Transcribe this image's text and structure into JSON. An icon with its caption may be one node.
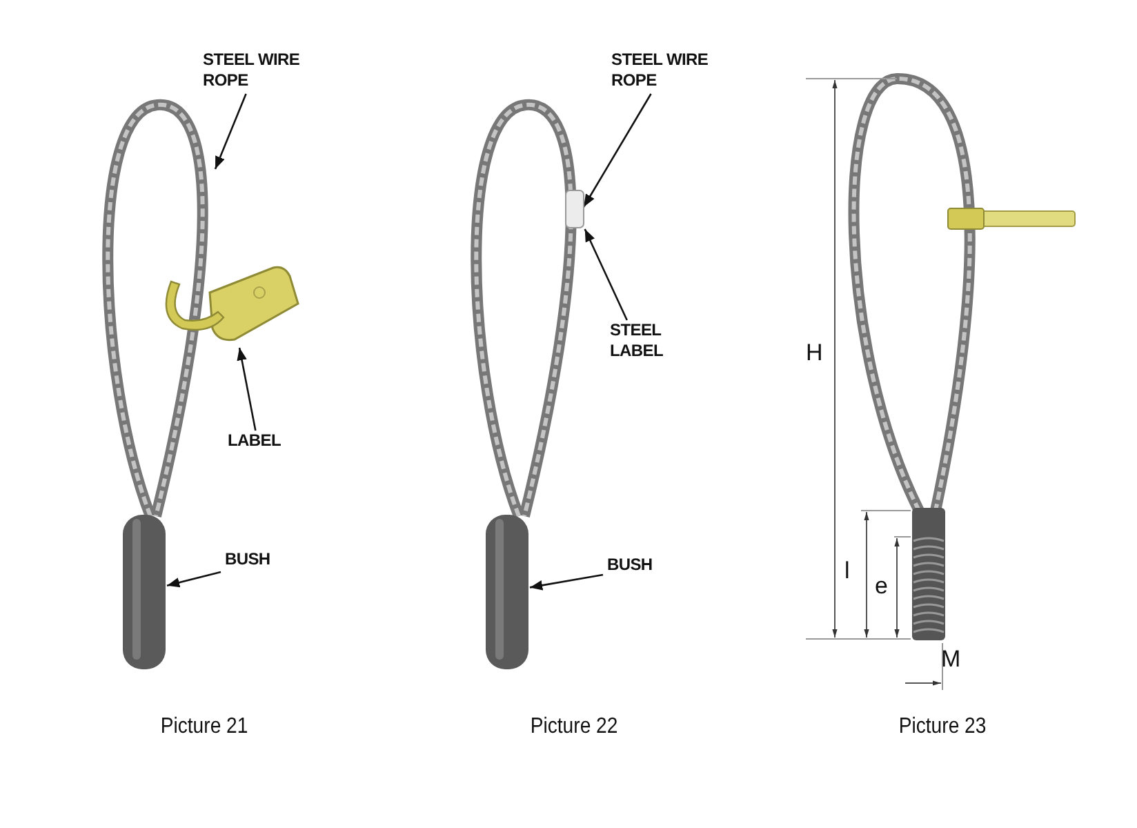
{
  "diagram": {
    "nodes": [
      {
        "text": [
          "STEEL WIRE ROPE"
        ]
      },
      {
        "text": [],
        "shape": "picture"
      },
      {
        "text": [],
        "shape": "picture"
      },
      {
        "text": [
          "LABEL"
        ]
      },
      {
        "text": [
          "BUSH"
        ]
      },
      {
        "text": [],
        "shape": "picture"
      },
      {
        "text": [
          "STEEL WIRE ROPE"
        ]
      },
      {
        "text": [],
        "shape": "picture"
      },
      {
        "text": [],
        "shape": "box"
      },
      {
        "text": [
          "STEEL LABEL"
        ]
      },
      {
        "text": [
          "BUSH"
        ]
      },
      {
        "text": [],
        "shape": "picture"
      }
    ],
    "edges": [
      {
        "from": 0,
        "to": 1,
        "arrow": "to"
      },
      {
        "from": 3,
        "to": 2,
        "arrow": "to"
      },
      {
        "from": 4,
        "to": 5,
        "arrow": "to"
      },
      {
        "from": 6,
        "to": 7,
        "arrow": "to"
      },
      {
        "from": 9,
        "to": 8,
        "arrow": "to"
      },
      {
        "from": 10,
        "to": 11,
        "arrow": "to"
      }
    ],
    "labels": [
      "H",
      "l",
      "e",
      "M",
      "Picture 21",
      "Picture 22",
      "Picture 23"
    ]
  }
}
